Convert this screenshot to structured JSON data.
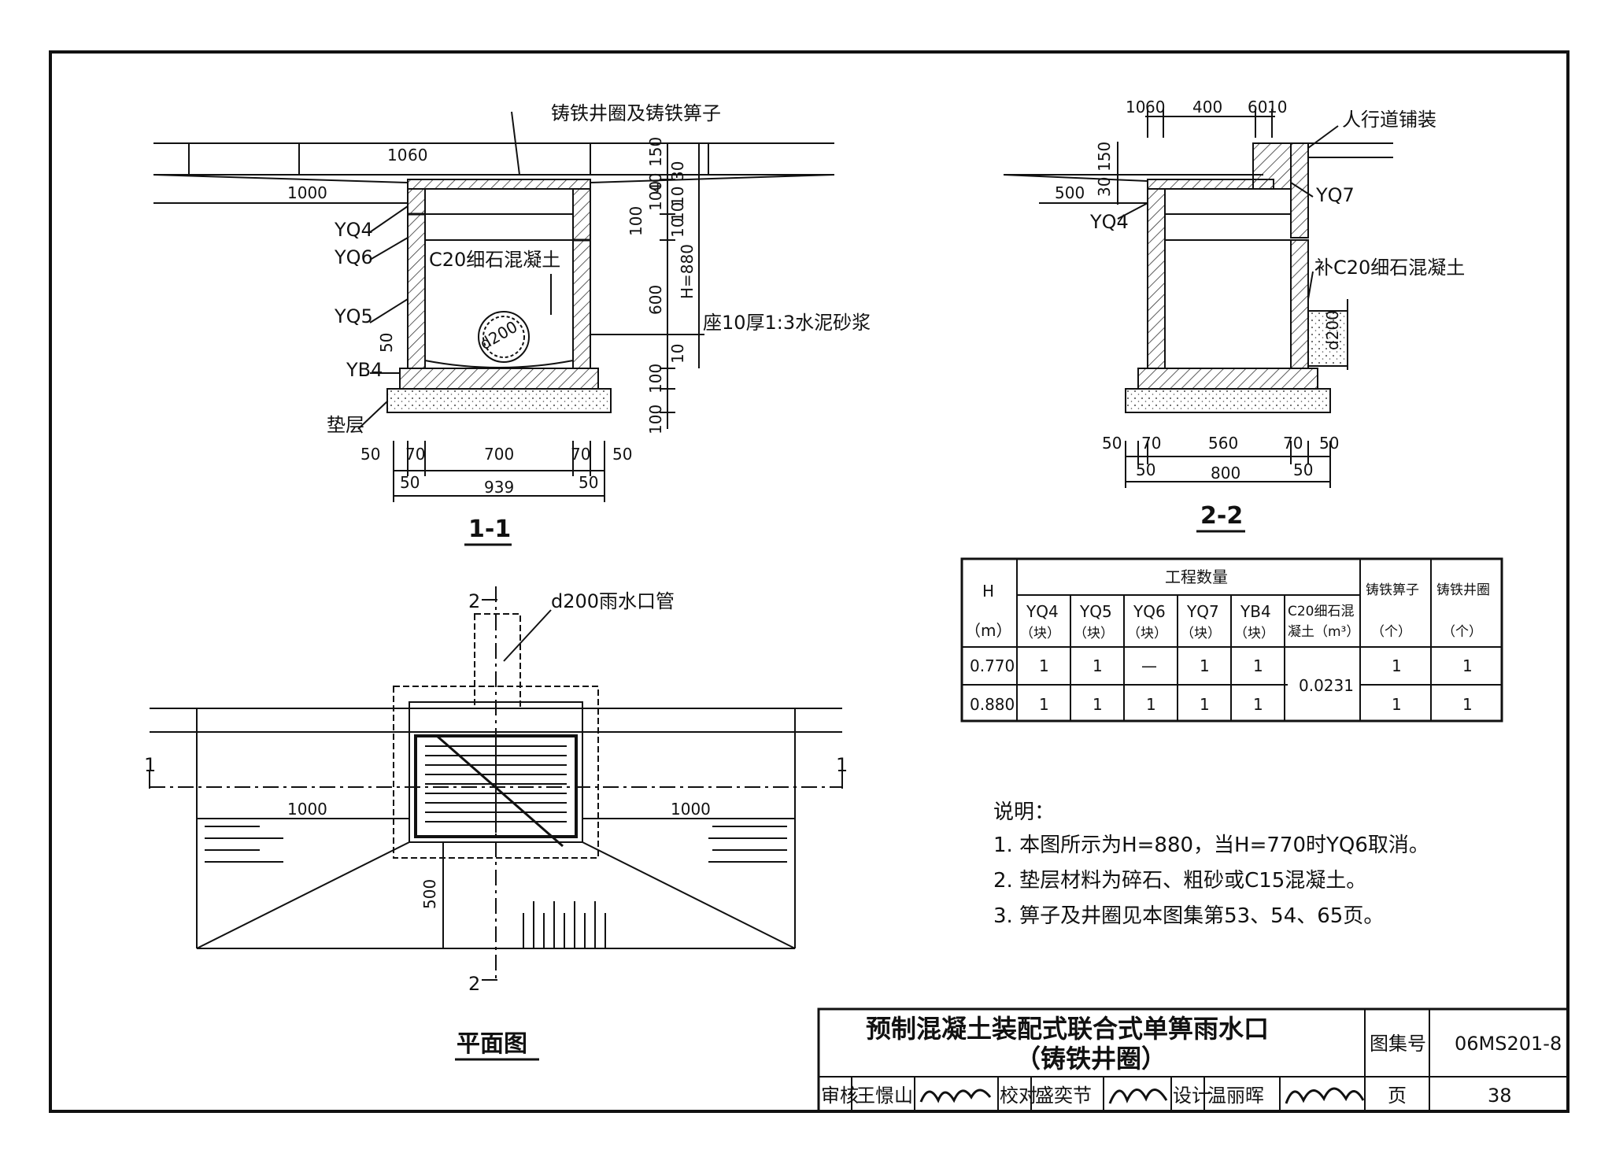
{
  "section_1_1": {
    "caption": "1-1",
    "top_label": "铸铁井圈及铸铁箅子",
    "dims_top": [
      "10",
      "60"
    ],
    "dim_left": "1000",
    "labels": [
      "YQ4",
      "YQ6",
      "YQ5",
      "YB4",
      "垫层"
    ],
    "concrete_label": "C20细石混凝土",
    "pipe_label": "d200",
    "mortar_label": "座10厚1:3水泥砂浆",
    "dim_50": "50",
    "vdims": [
      "150",
      "30",
      "40",
      "100",
      "100",
      "10",
      "10",
      "10",
      "H=880",
      "600",
      "10",
      "100",
      "100"
    ],
    "hdims_row1": [
      "50",
      "70",
      "700",
      "70",
      "50"
    ],
    "hdims_row2": [
      "50",
      "939",
      "50"
    ]
  },
  "section_2_2": {
    "caption": "2-2",
    "top_dims": [
      "10",
      "60",
      "400",
      "60",
      "10"
    ],
    "label_paving": "人行道铺装",
    "label_yq7": "YQ7",
    "label_yq4": "YQ4",
    "label_fill": "补C20细石混凝土",
    "pipe_label": "d200",
    "dim_500": "500",
    "dim_30": "30",
    "dim_150": "150",
    "hdims_row1": [
      "50",
      "70",
      "560",
      "70",
      "50"
    ],
    "hdims_row2": [
      "50",
      "800",
      "50"
    ]
  },
  "plan": {
    "caption": "平面图",
    "pipe_label": "d200雨水口管",
    "sec_2": "2",
    "sec_1": "1",
    "dim_left": "1000",
    "dim_right": "1000",
    "dim_500": "500"
  },
  "quantity_table": {
    "h_label": "H",
    "h_unit": "（m）",
    "group_header": "工程数量",
    "columns": [
      {
        "name": "YQ4",
        "unit": "（块）"
      },
      {
        "name": "YQ5",
        "unit": "（块）"
      },
      {
        "name": "YQ6",
        "unit": "（块）"
      },
      {
        "name": "YQ7",
        "unit": "（块）"
      },
      {
        "name": "YB4",
        "unit": "（块）"
      },
      {
        "name": "C20细石混",
        "unit": "凝土（m³）"
      }
    ],
    "grate_header": "铸铁箅子",
    "grate_unit": "（个）",
    "ring_header": "铸铁井圈",
    "ring_unit": "（个）",
    "rows": [
      {
        "h": "0.770",
        "yq4": "1",
        "yq5": "1",
        "yq6": "—",
        "yq7": "1",
        "yb4": "1",
        "grate": "1",
        "ring": "1"
      },
      {
        "h": "0.880",
        "yq4": "1",
        "yq5": "1",
        "yq6": "1",
        "yq7": "1",
        "yb4": "1",
        "grate": "1",
        "ring": "1"
      }
    ],
    "concrete_merged": "0.0231"
  },
  "notes": {
    "title": "说明：",
    "items": [
      "1. 本图所示为H=880，当H=770时YQ6取消。",
      "2. 垫层材料为碎石、粗砂或C15混凝土。",
      "3. 箅子及井圈见本图集第53、54、65页。"
    ]
  },
  "title_block": {
    "title_line1": "预制混凝土装配式联合式单箅雨水口",
    "title_line2": "（铸铁井圈）",
    "atlas_label": "图集号",
    "atlas_no": "06MS201-8",
    "page_label": "页",
    "page_no": "38",
    "review_label": "审核",
    "review_name": "王憬山",
    "check_label": "校对",
    "check_name": "盛奕节",
    "design_label": "设计",
    "design_name": "温丽晖"
  }
}
